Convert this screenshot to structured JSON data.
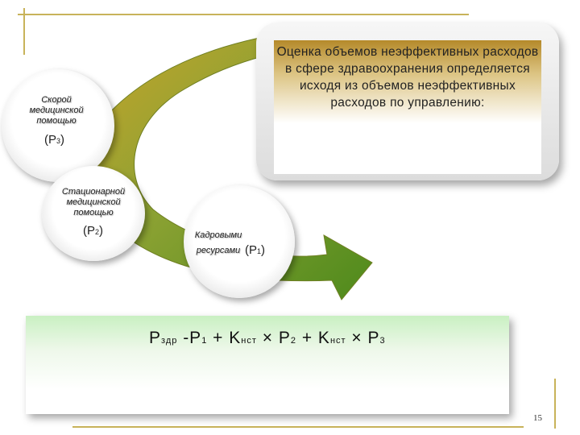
{
  "info_card": {
    "text": "Оценка объемов неэффективных расходов в сфере здравоохранения определяется исходя из объемов неэффективных расходов по управлению:"
  },
  "bubbles": [
    {
      "label": "Скорой медицинской помощью",
      "symbol_open": "(",
      "symbol": "P",
      "sub": "3",
      "symbol_close": ")"
    },
    {
      "label": "Стационарной медицинской помощью",
      "symbol_open": "(",
      "symbol": "P",
      "sub": "2",
      "symbol_close": ")"
    },
    {
      "label": "Кадровыми ресурсами",
      "symbol_open": "(",
      "symbol": "P",
      "sub": "1",
      "symbol_close": ")"
    }
  ],
  "formula": {
    "p": "P",
    "zdr": "здр",
    "eq": " -P",
    "one": "1",
    "plus1": " +  K",
    "nst1": "нст",
    "times1": " × P",
    "two": "2",
    "plus2": " + K",
    "nst2": "нст",
    "times2": " × P",
    "three": "3"
  },
  "page_number": "15",
  "colors": {
    "arrow_start": "#c9a42a",
    "arrow_end": "#4e8a1c",
    "card_top": "#b58a2a",
    "formula_bg": "#c9f0c2"
  }
}
